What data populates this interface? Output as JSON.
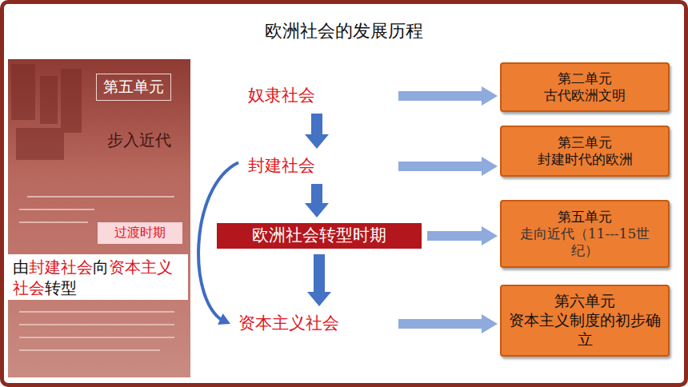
{
  "diagram": {
    "title": "欧洲社会的发展历程",
    "nodes": [
      {
        "text": [
          "第五单元",
          "步入近代"
        ]
      },
      {
        "text": [
          "过渡时期"
        ],
        "in": 0
      },
      {
        "text": [
          "由封建社会向资本主义社会转型"
        ],
        "in": 0
      },
      {
        "text": [
          "奴隶社会"
        ]
      },
      {
        "text": [
          "封建社会"
        ]
      },
      {
        "text": [
          "欧洲社会转型时期"
        ]
      },
      {
        "text": [
          "资本主义社会"
        ]
      },
      {
        "text": [
          "第二单元",
          "古代欧洲文明"
        ]
      },
      {
        "text": [
          "第三单元",
          "封建时代的欧洲"
        ]
      },
      {
        "text": [
          "第五单元",
          "走向近代（11---15世纪）"
        ]
      },
      {
        "text": [
          "第六单元",
          "资本主义制度的初步确立"
        ]
      }
    ],
    "edges": [
      {
        "from": 3,
        "to": 4,
        "arrow": "to"
      },
      {
        "from": 4,
        "to": 5,
        "arrow": "to"
      },
      {
        "from": 5,
        "to": 6,
        "arrow": "to"
      },
      {
        "from": 4,
        "to": 6,
        "arrow": "to"
      },
      {
        "from": 3,
        "to": 7,
        "arrow": "to"
      },
      {
        "from": 4,
        "to": 8,
        "arrow": "to"
      },
      {
        "from": 5,
        "to": 9,
        "arrow": "to"
      },
      {
        "from": 6,
        "to": 10,
        "arrow": "to"
      }
    ]
  }
}
